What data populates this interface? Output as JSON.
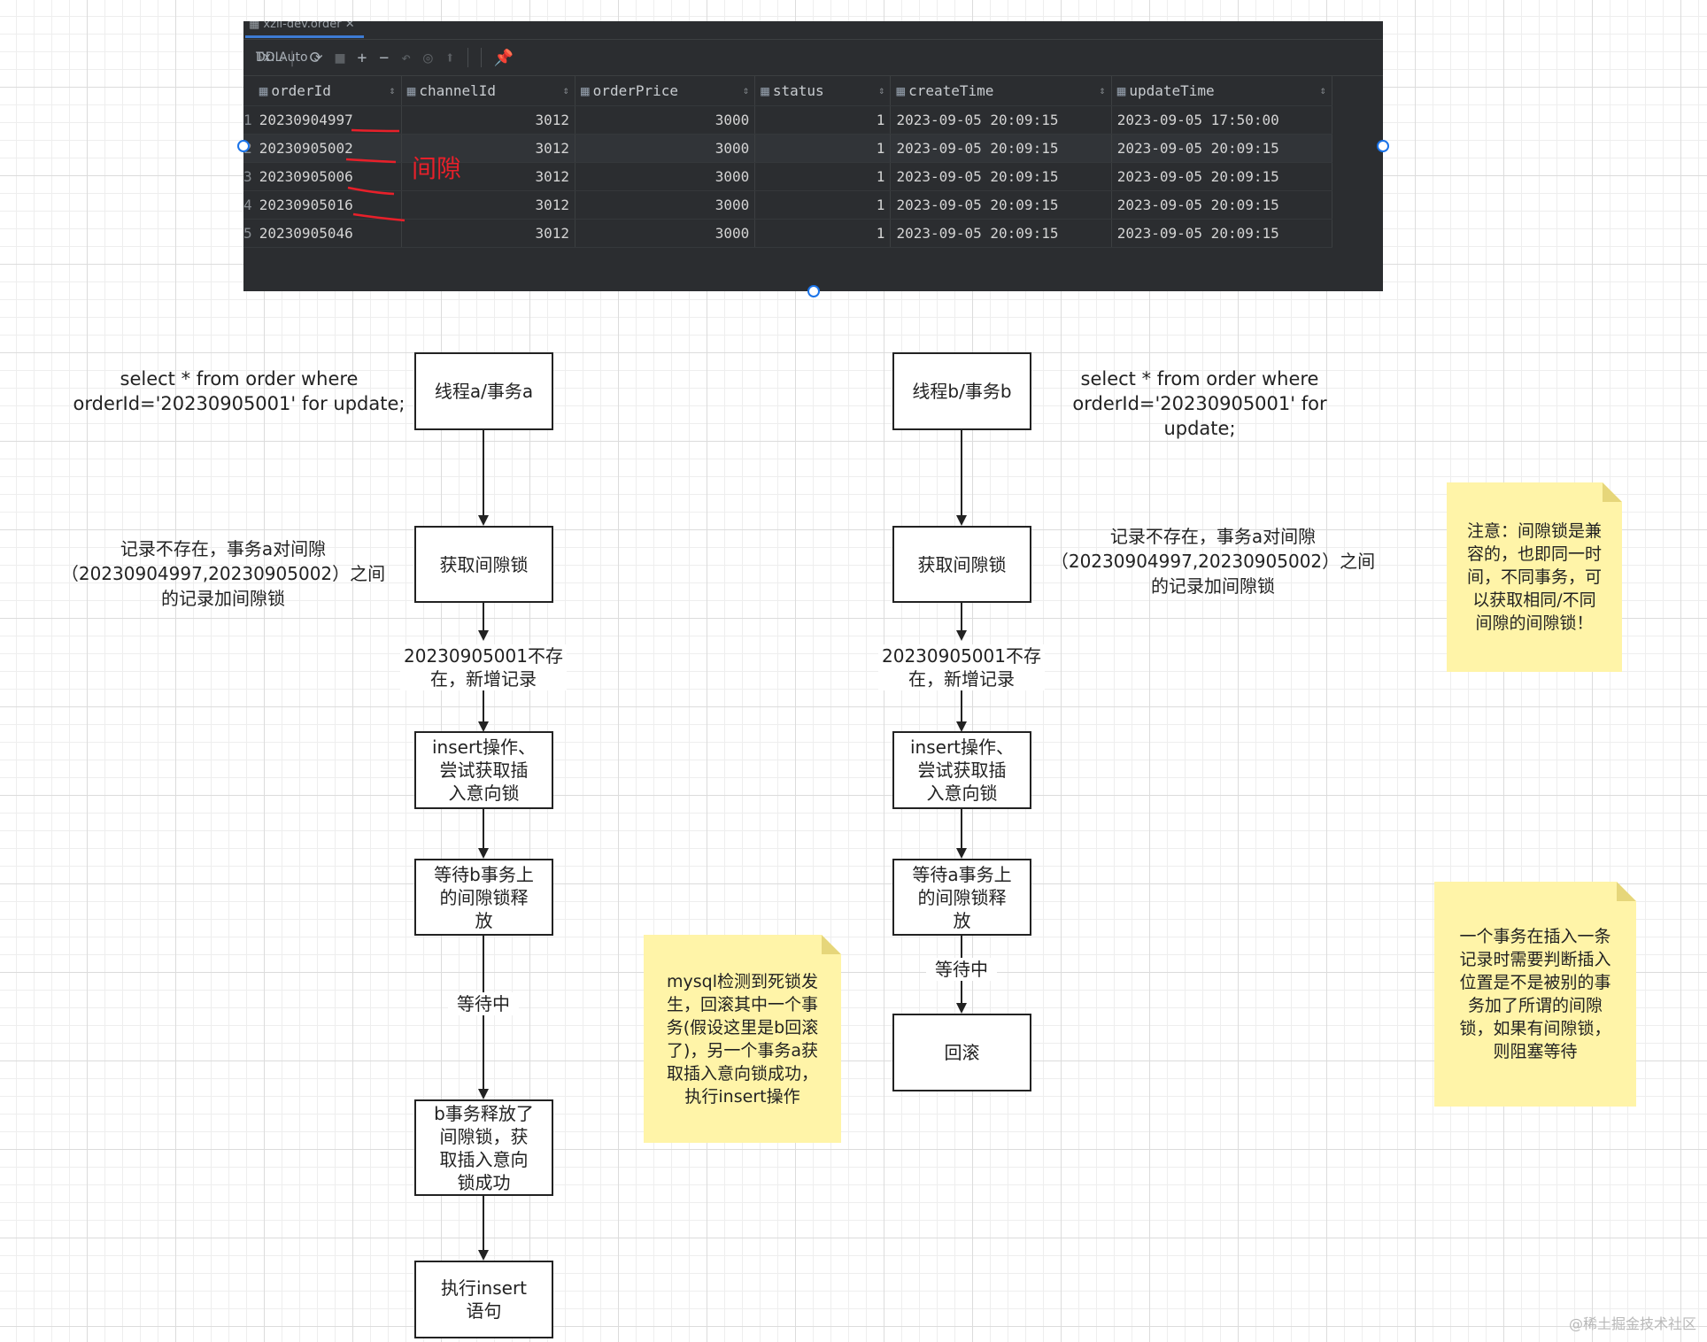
{
  "db": {
    "tab": "xzll-dev.order",
    "toolbar": {
      "tx": "Tx: Auto ⌄",
      "ddl": "DDL"
    },
    "columns": [
      "orderId",
      "channelId",
      "orderPrice",
      "status",
      "createTime",
      "updateTime"
    ],
    "rows": [
      [
        "1",
        "20230904997",
        "3012",
        "3000",
        "1",
        "2023-09-05 20:09:15",
        "2023-09-05 17:50:00"
      ],
      [
        "2",
        "20230905002",
        "3012",
        "3000",
        "1",
        "2023-09-05 20:09:15",
        "2023-09-05 20:09:15"
      ],
      [
        "3",
        "20230905006",
        "3012",
        "3000",
        "1",
        "2023-09-05 20:09:15",
        "2023-09-05 20:09:15"
      ],
      [
        "4",
        "20230905016",
        "3012",
        "3000",
        "1",
        "2023-09-05 20:09:15",
        "2023-09-05 20:09:15"
      ],
      [
        "5",
        "20230905046",
        "3012",
        "3000",
        "1",
        "2023-09-05 20:09:15",
        "2023-09-05 20:09:15"
      ]
    ],
    "gap_label": "间隙"
  },
  "flow_a": {
    "sql": "select * from order where\norderId='20230905001' for update;",
    "start": "线程a/事务a",
    "get_lock": "获取间隙锁",
    "get_lock_note": "记录不存在，事务a对间隙\n（20230904997,20230905002）之间\n的记录加间隙锁",
    "not_exist": "20230905001不存\n在，新增记录",
    "insert": "insert操作、\n尝试获取插\n入意向锁",
    "wait": "等待b事务上\n的间隙锁释\n放",
    "waiting": "等待中",
    "released": "b事务释放了\n间隙锁，获\n取插入意向\n锁成功",
    "exec": "执行insert\n语句"
  },
  "flow_b": {
    "sql": "select * from order where\norderId='20230905001' for update;",
    "start": "线程b/事务b",
    "get_lock": "获取间隙锁",
    "get_lock_note": "记录不存在，事务a对间隙\n（20230904997,20230905002）之间\n的记录加间隙锁",
    "not_exist": "20230905001不存\n在，新增记录",
    "insert": "insert操作、\n尝试获取插\n入意向锁",
    "wait": "等待a事务上\n的间隙锁释\n放",
    "waiting": "等待中",
    "rollback": "回滚"
  },
  "notes": {
    "deadlock": "mysql检测到死锁发\n生，回滚其中一个事\n务(假设这里是b回滚\n了)，另一个事务a获\n取插入意向锁成功，\n执行insert操作",
    "compatible": "注意：间隙锁是兼\n容的，也即同一时\n间，不同事务，可\n以获取相同/不同\n间隙的间隙锁！",
    "insert_check": "一个事务在插入一条\n记录时需要判断插入\n位置是不是被别的事\n务加了所谓的间隙\n锁，如果有间隙锁，\n则阻塞等待"
  },
  "watermark": "@稀土掘金技术社区"
}
